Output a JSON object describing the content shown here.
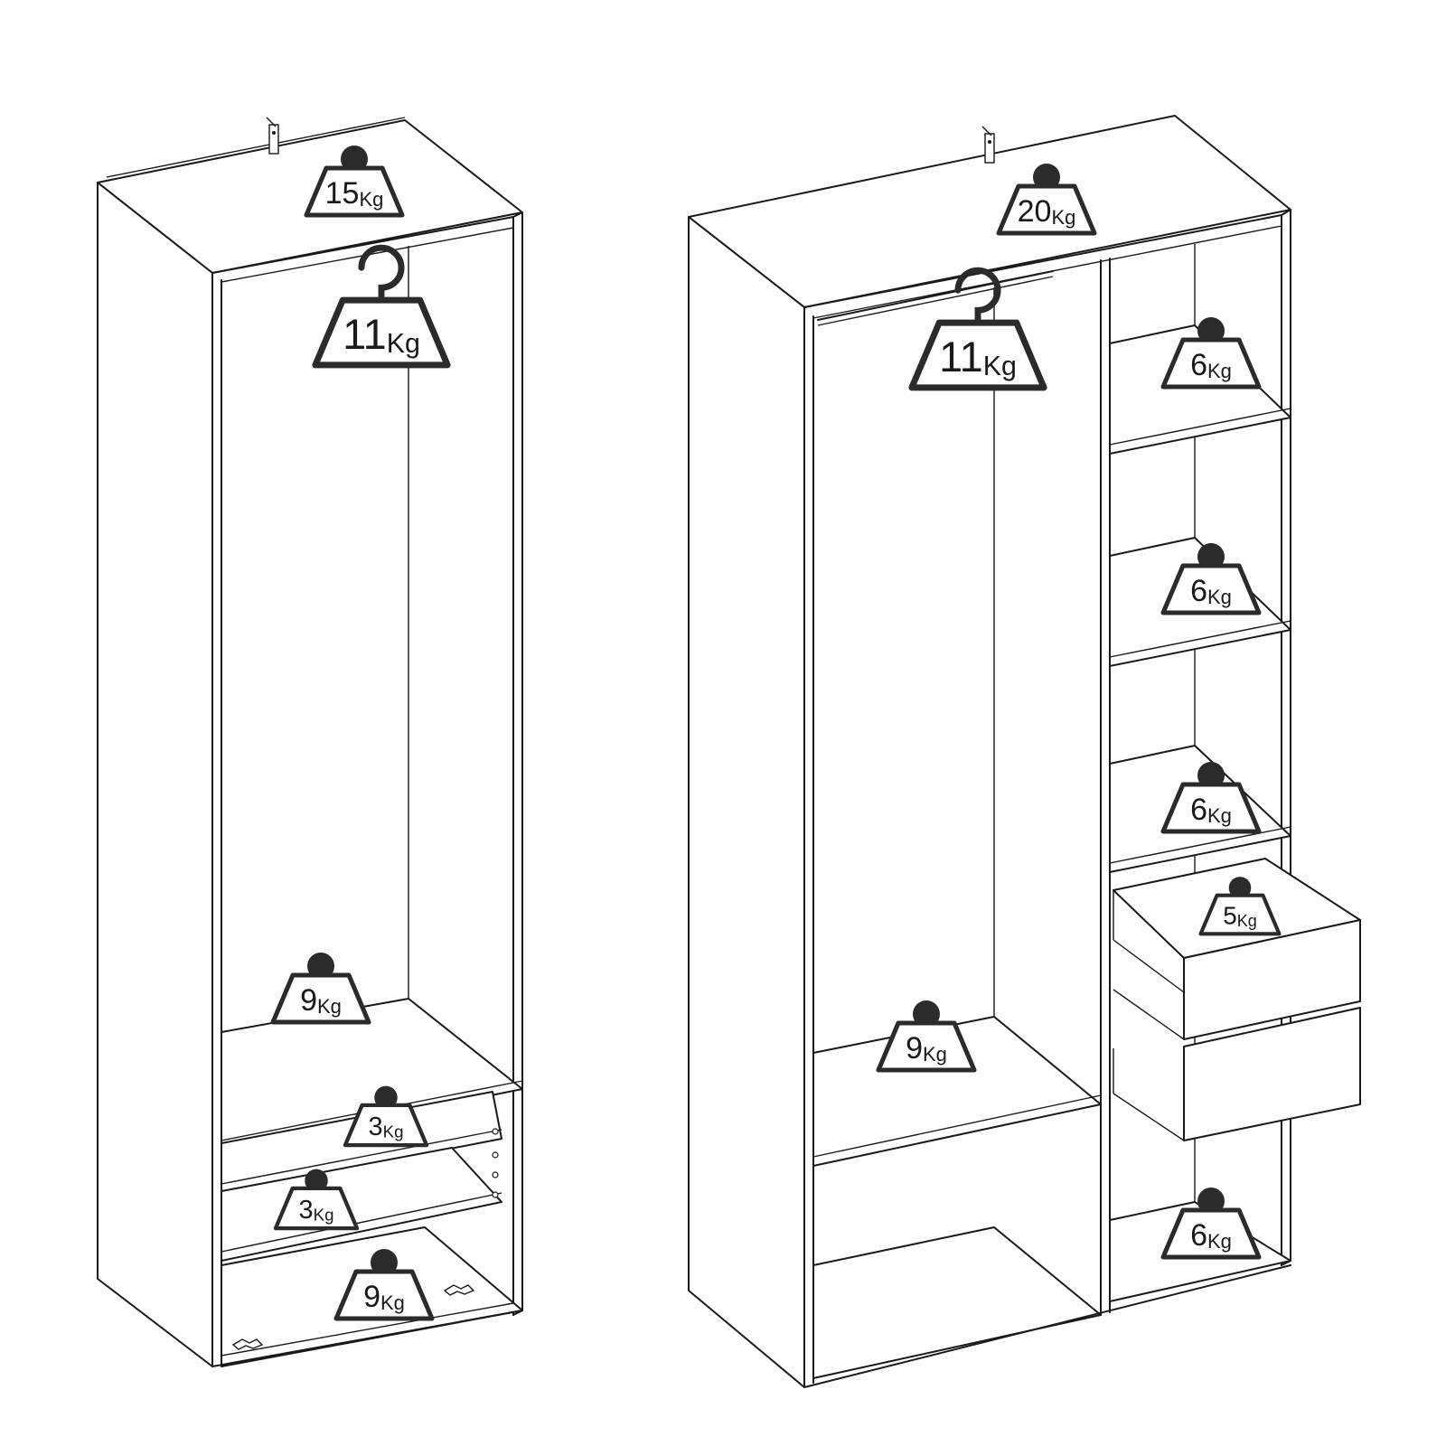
{
  "unit_label": "Kg",
  "wardrobes": [
    {
      "name": "narrow-wardrobe",
      "loads": [
        {
          "id": "top",
          "value": "15",
          "type": "weight"
        },
        {
          "id": "hanging-rail",
          "value": "11",
          "type": "hanger"
        },
        {
          "id": "upper-shelf",
          "value": "9",
          "type": "weight"
        },
        {
          "id": "shelf-2",
          "value": "3",
          "type": "weight"
        },
        {
          "id": "shelf-3",
          "value": "3",
          "type": "weight"
        },
        {
          "id": "bottom",
          "value": "9",
          "type": "weight"
        }
      ]
    },
    {
      "name": "wide-wardrobe",
      "loads": [
        {
          "id": "top",
          "value": "20",
          "type": "weight"
        },
        {
          "id": "hanging-rail",
          "value": "11",
          "type": "hanger"
        },
        {
          "id": "right-shelf-1",
          "value": "6",
          "type": "weight"
        },
        {
          "id": "right-shelf-2",
          "value": "6",
          "type": "weight"
        },
        {
          "id": "right-shelf-3",
          "value": "6",
          "type": "weight"
        },
        {
          "id": "drawer",
          "value": "5",
          "type": "weight"
        },
        {
          "id": "left-shelf",
          "value": "9",
          "type": "weight"
        },
        {
          "id": "right-bottom",
          "value": "6",
          "type": "weight"
        }
      ]
    }
  ]
}
